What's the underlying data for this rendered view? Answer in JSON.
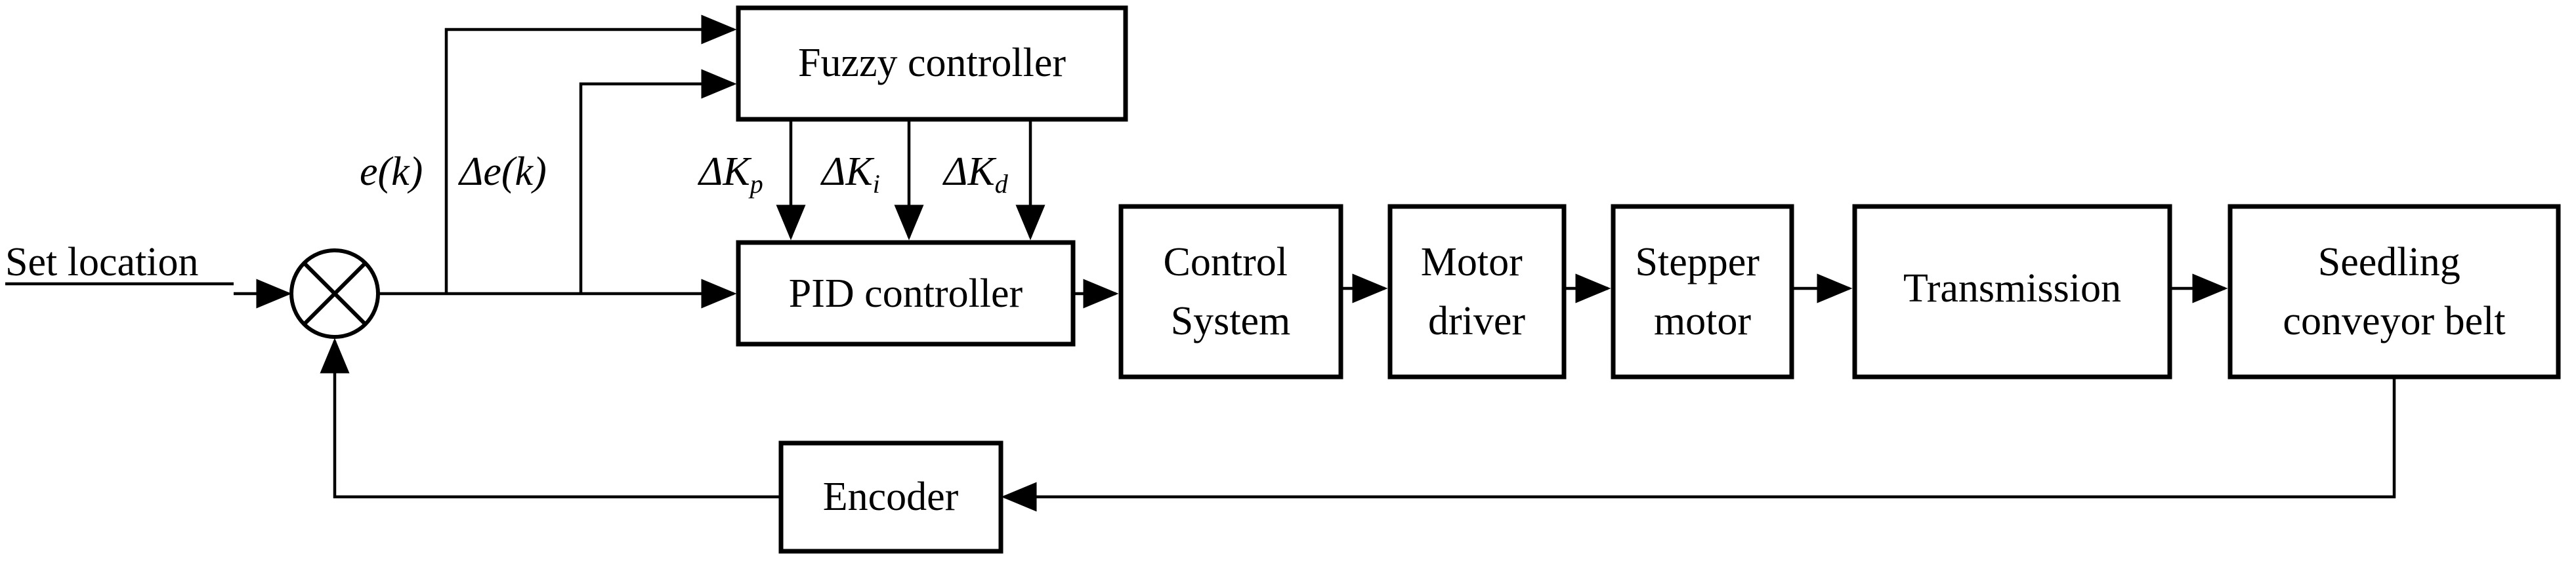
{
  "inputs": {
    "set_location": "Set location"
  },
  "signals": {
    "e_k": "e(k)",
    "delta_e_k": "Δe(k)",
    "delta_kp": {
      "main": "ΔK",
      "sub": "p"
    },
    "delta_ki": {
      "main": "ΔK",
      "sub": "i"
    },
    "delta_kd": {
      "main": "ΔK",
      "sub": "d"
    }
  },
  "blocks": {
    "fuzzy_controller": "Fuzzy controller",
    "pid_controller": "PID controller",
    "control_system": [
      "Control",
      "System"
    ],
    "motor_driver": [
      "Motor",
      "driver"
    ],
    "stepper_motor": [
      "Stepper",
      "motor"
    ],
    "transmission": "Transmission",
    "seedling_conveyor_belt": [
      "Seedling",
      "conveyor belt"
    ],
    "encoder": "Encoder"
  }
}
